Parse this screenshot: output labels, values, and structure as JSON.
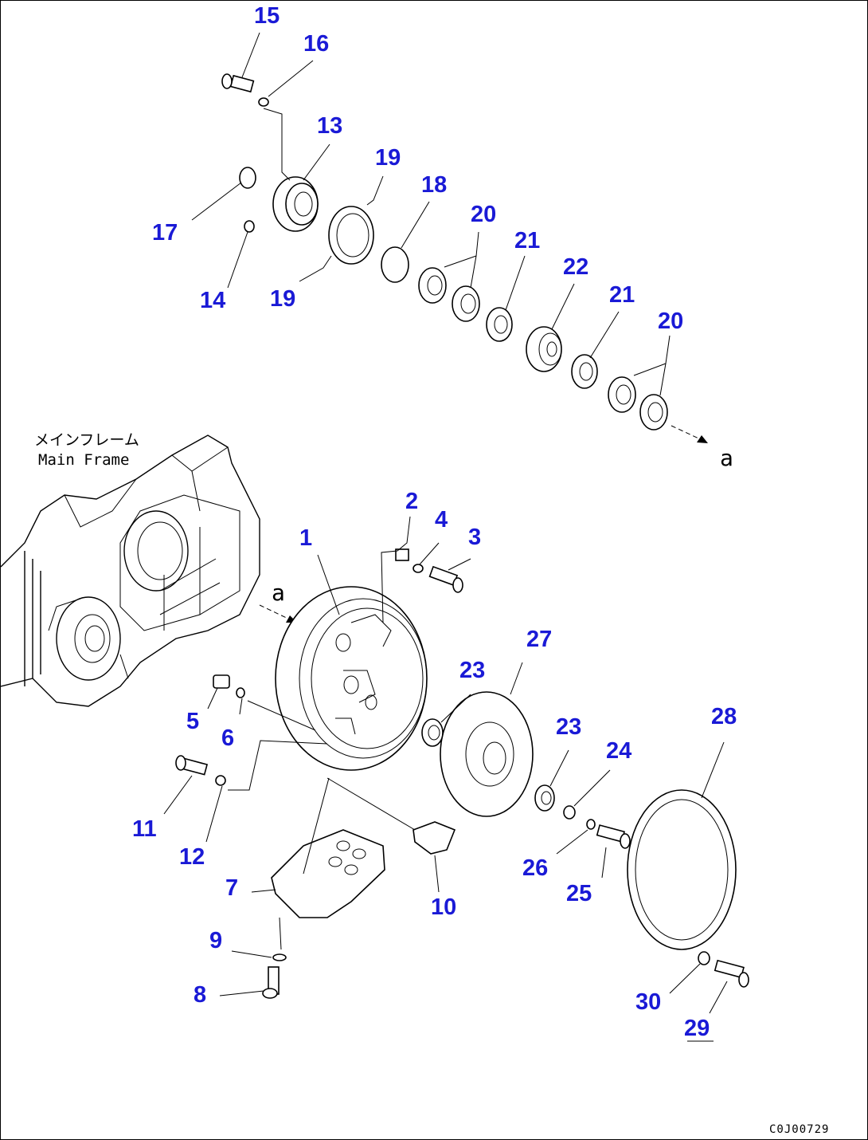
{
  "callouts": [
    {
      "id": "15",
      "label": "15"
    },
    {
      "id": "16",
      "label": "16"
    },
    {
      "id": "13",
      "label": "13"
    },
    {
      "id": "19a",
      "label": "19"
    },
    {
      "id": "18",
      "label": "18"
    },
    {
      "id": "20a",
      "label": "20"
    },
    {
      "id": "21a",
      "label": "21"
    },
    {
      "id": "17",
      "label": "17"
    },
    {
      "id": "22",
      "label": "22"
    },
    {
      "id": "14",
      "label": "14"
    },
    {
      "id": "19b",
      "label": "19"
    },
    {
      "id": "21b",
      "label": "21"
    },
    {
      "id": "20b",
      "label": "20"
    },
    {
      "id": "2",
      "label": "2"
    },
    {
      "id": "4",
      "label": "4"
    },
    {
      "id": "1",
      "label": "1"
    },
    {
      "id": "3",
      "label": "3"
    },
    {
      "id": "27",
      "label": "27"
    },
    {
      "id": "23a",
      "label": "23"
    },
    {
      "id": "28",
      "label": "28"
    },
    {
      "id": "5",
      "label": "5"
    },
    {
      "id": "23b",
      "label": "23"
    },
    {
      "id": "24",
      "label": "24"
    },
    {
      "id": "6",
      "label": "6"
    },
    {
      "id": "11",
      "label": "11"
    },
    {
      "id": "12",
      "label": "12"
    },
    {
      "id": "26",
      "label": "26"
    },
    {
      "id": "10",
      "label": "10"
    },
    {
      "id": "7",
      "label": "7"
    },
    {
      "id": "25",
      "label": "25"
    },
    {
      "id": "9",
      "label": "9"
    },
    {
      "id": "8",
      "label": "8"
    },
    {
      "id": "30",
      "label": "30"
    },
    {
      "id": "29",
      "label": "29"
    }
  ],
  "main_frame_label_jp": "メインフレーム",
  "main_frame_label_en": "Main Frame",
  "arrow_label_top": "a",
  "arrow_label_mid": "a",
  "drawing_code": "C0J00729"
}
